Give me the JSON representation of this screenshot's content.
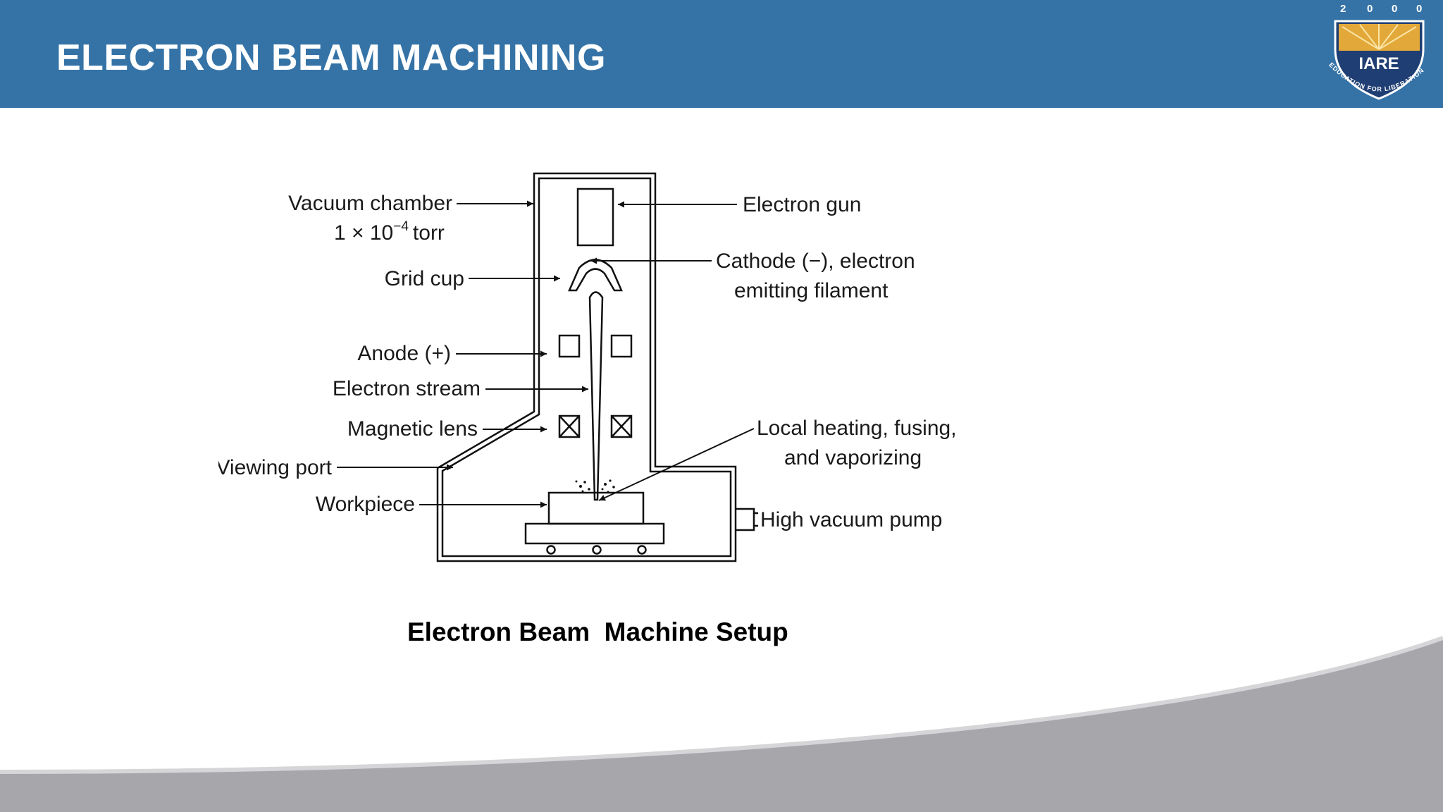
{
  "slide": {
    "title": "ELECTRON BEAM MACHINING"
  },
  "logo": {
    "year_digits": [
      "2",
      "0",
      "0",
      "0"
    ],
    "name": "IARE",
    "motto": "EDUCATION FOR LIBERATION",
    "colors": {
      "navy": "#1f3e73",
      "gold": "#e2a93a"
    }
  },
  "diagram": {
    "labels": {
      "vacuum_chamber": "Vacuum chamber",
      "pressure_prefix": "1 × 10",
      "pressure_exp": "−4",
      "pressure_unit": "torr",
      "grid_cup": "Grid cup",
      "anode": "Anode (+)",
      "electron_stream": "Electron stream",
      "magnetic_lens": "Magnetic lens",
      "viewing_port": "Viewing port",
      "workpiece": "Workpiece",
      "electron_gun": "Electron gun",
      "cathode_line1": "Cathode (−), electron",
      "cathode_line2": "emitting filament",
      "heating_line1": "Local heating, fusing,",
      "heating_line2": "and vaporizing",
      "vacuum_pump": "High vacuum pump"
    }
  },
  "caption": "Electron Beam  Machine Setup",
  "colors": {
    "header": "#3573a7",
    "swoosh": "#a7a7ab"
  }
}
